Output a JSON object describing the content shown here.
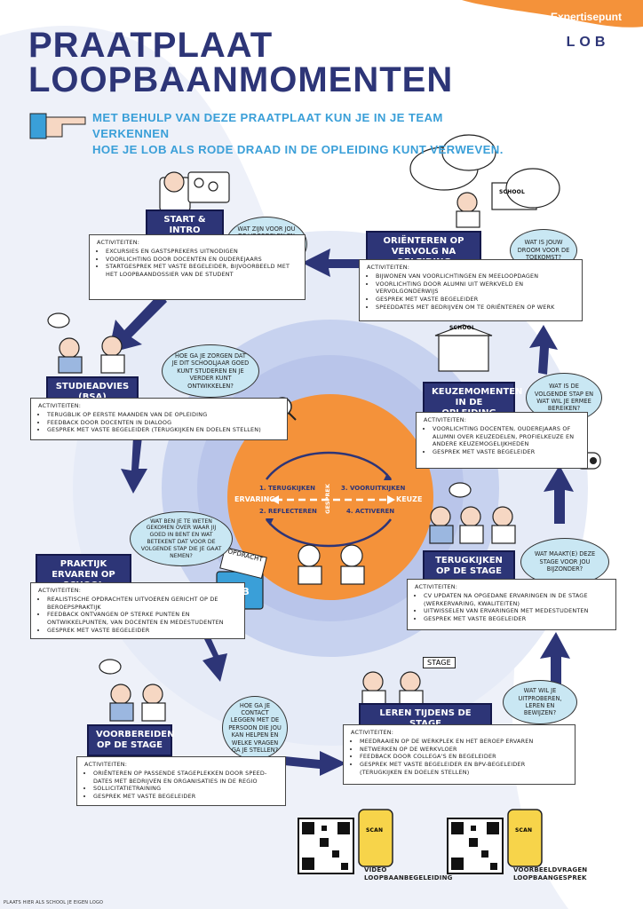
{
  "brand": {
    "name": "Expertisepunt",
    "logo_text": "LOB"
  },
  "title": {
    "line1": "PRAATPLAAT",
    "line2": "LOOPBAANMOMENTEN"
  },
  "intro": {
    "line1": "MET BEHULP VAN DEZE PRAATPLAAT KUN JE IN JE TEAM VERKENNEN",
    "line2": "HOE JE LOB ALS RODE DRAAD IN DE OPLEIDING KUNT VERWEVEN."
  },
  "colors": {
    "navy": "#2d3577",
    "orange": "#f4923a",
    "light_blue": "#c9e7f3",
    "bg_blue": "#e6ebf7",
    "mid_blue": "#b9c5ea",
    "accent_blue": "#3a9fd8"
  },
  "activities_label": "ACTIVITEITEN:",
  "stations": {
    "start": {
      "label": "START & INTRO OPLEIDING",
      "bubble": "WAT ZIJN VOOR JOU DE VOORDELEN EN NADELEN VAN HET WERKEN IN DIT BEROEP?",
      "items": [
        "EXCURSIES EN GASTSPREKERS UITNODIGEN",
        "VOORLICHTING DOOR DOCENTEN EN OUDEREJAARS",
        "STARTGESPREK MET VASTE BEGELEIDER, BIJVOORBEELD MET HET LOOPBAANDOSSIER VAN DE STUDENT"
      ]
    },
    "bsa": {
      "label": "STUDIEADVIES (BSA)",
      "bubble": "HOE GA JE ZORGEN DAT JE DIT SCHOOLJAAR GOED KUNT STUDEREN EN JE VERDER KUNT ONTWIKKELEN?",
      "items": [
        "TERUGBLIK OP EERSTE MAANDEN VAN DE OPLEIDING",
        "FEEDBACK DOOR DOCENTEN IN DIALOOG",
        "GESPREK MET VASTE BEGELEIDER (TERUGKIJKEN EN DOELEN STELLEN)"
      ]
    },
    "praktijk": {
      "label": "PRAKTIJK ERVAREN OP SCHOOL",
      "bubble": "WAT BEN JE TE WETEN GEKOMEN OVER WAAR JIJ GOED IN BENT EN WAT BETEKENT DAT VOOR DE VOLGENDE STAP DIE JE GAAT NEMEN?",
      "items": [
        "REALISTISCHE OPDRACHTEN UITVOEREN GERICHT OP DE BEROEPSPRAKTIJK",
        "FEEDBACK ONTVANGEN OP STERKE PUNTEN EN ONTWIKKELPUNTEN, VAN DOCENTEN EN MEDESTUDENTEN",
        "GESPREK MET VASTE BEGELEIDER"
      ]
    },
    "voorbereiden": {
      "label": "VOORBEREIDEN OP DE STAGE",
      "bubble": "HOE GA JE CONTACT LEGGEN MET DE PERSOON DIE JOU KAN HELPEN EN WELKE VRAGEN GA JE STELLEN?",
      "items": [
        "ORIËNTEREN OP PASSENDE STAGEPLEKKEN DOOR SPEED-DATES MET BEDRIJVEN EN ORGANISATIES IN DE REGIO",
        "SOLLICITATIETRAINING",
        "GESPREK MET VASTE BEGELEIDER"
      ]
    },
    "leren": {
      "label": "LEREN TIJDENS DE STAGE",
      "bubble": "WAT WIL JE UITPROBEREN, LEREN EN BEWIJZEN?",
      "items": [
        "MEEDRAAIEN OP DE WERKPLEK EN HET BEROEP ERVAREN",
        "NETWERKEN OP DE WERKVLOER",
        "FEEDBACK DOOR COLLEGA'S EN BEGELEIDER",
        "GESPREK MET VASTE BEGELEIDER EN BPV-BEGELEIDER (TERUGKIJKEN EN DOELEN STELLEN)"
      ]
    },
    "terugkijken": {
      "label": "TERUGKIJKEN OP DE STAGE",
      "bubble": "WAT MAAKT(E) DEZE STAGE VOOR JOU BIJZONDER?",
      "items": [
        "CV UPDATEN NA OPGEDANE ERVARINGEN IN DE STAGE (WERKERVARING, KWALITEITEN)",
        "UITWISSELEN VAN ERVARINGEN MET MEDESTUDENTEN",
        "GESPREK MET VASTE BEGELEIDER"
      ]
    },
    "keuze": {
      "label": "KEUZEMOMENTEN IN DE OPLEIDING",
      "bubble": "WAT IS DE VOLGENDE STAP EN WAT WIL JE ERMEE BEREIKEN?",
      "items": [
        "VOORLICHTING DOCENTEN, OUDEREJAARS OF ALUMNI OVER KEUZEDELEN, PROFIELKEUZE EN ANDERE KEUZEMOGELIJKHEDEN",
        "GESPREK MET VASTE BEGELEIDER"
      ]
    },
    "orienteren": {
      "label": "ORIËNTEREN OP VERVOLG NA OPLEIDING",
      "bubble": "WAT IS JOUW DROOM VOOR DE TOEKOMST?",
      "items": [
        "BIJWONEN VAN VOORLICHTINGEN EN MEELOOPDAGEN",
        "VOORLICHTING DOOR ALUMNI UIT WERKVELD EN VERVOLGONDERWIJS",
        "GESPREK MET VASTE BEGELEIDER",
        "SPEEDDATES MET BEDRIJVEN OM TE ORIËNTEREN OP WERK"
      ]
    }
  },
  "center": {
    "terugkijken": "1. TERUGKIJKEN",
    "reflecteren": "2. REFLECTEREN",
    "vooruitkijken": "3. VOORUITKIJKEN",
    "activeren": "4. ACTIVEREN",
    "ervaring": "ERVARING",
    "keuze": "KEUZE",
    "gesprek": "GESPREK"
  },
  "illustrations": {
    "school": "SCHOOL",
    "stage": "STAGE",
    "opdracht": "OPDRACHT",
    "lob_box": "LOB",
    "scan": "SCAN"
  },
  "qr": [
    {
      "label_line1": "VIDEO",
      "label_line2": "LOOPBAANBEGELEIDING"
    },
    {
      "label_line1": "VOORBEELDVRAGEN",
      "label_line2": "LOOPBAANGESPREK"
    }
  ],
  "footer_note": "PLAATS HIER ALS SCHOOL JE EIGEN LOGO"
}
